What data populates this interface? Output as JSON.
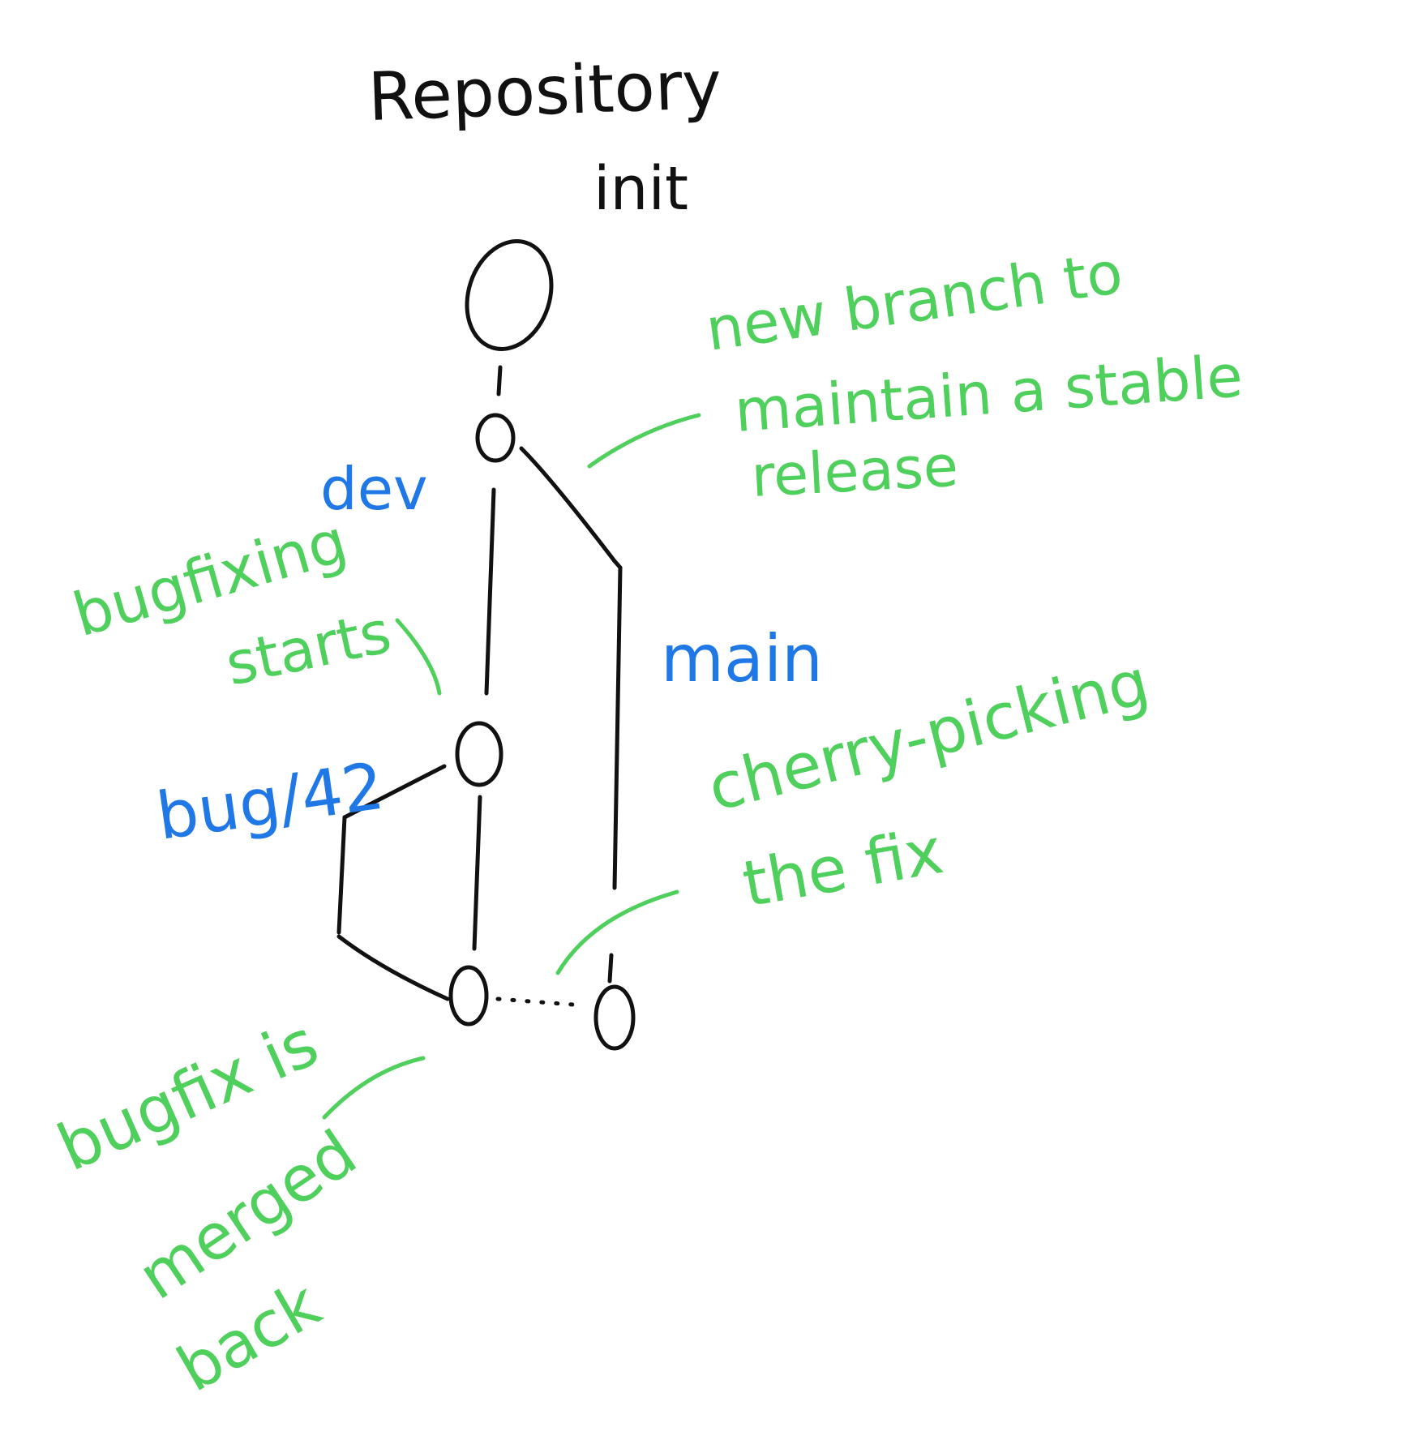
{
  "diagram": {
    "title_line1": "Repository",
    "title_line2": "init",
    "branches": {
      "dev": "dev",
      "main": "main",
      "bug": "bug/42"
    },
    "notes": {
      "new_branch": [
        "new branch to",
        "maintain a stable",
        "release"
      ],
      "bugfixing_starts": [
        "bugfixing",
        "starts"
      ],
      "cherry_picking": [
        "cherry-picking",
        "the fix"
      ],
      "bugfix_merged": [
        "bugfix is",
        "merged",
        "back"
      ]
    },
    "colors": {
      "ink": "#111111",
      "branch_label": "#1f78e6",
      "annotation": "#4fcf5c",
      "background": "#ffffff"
    }
  }
}
